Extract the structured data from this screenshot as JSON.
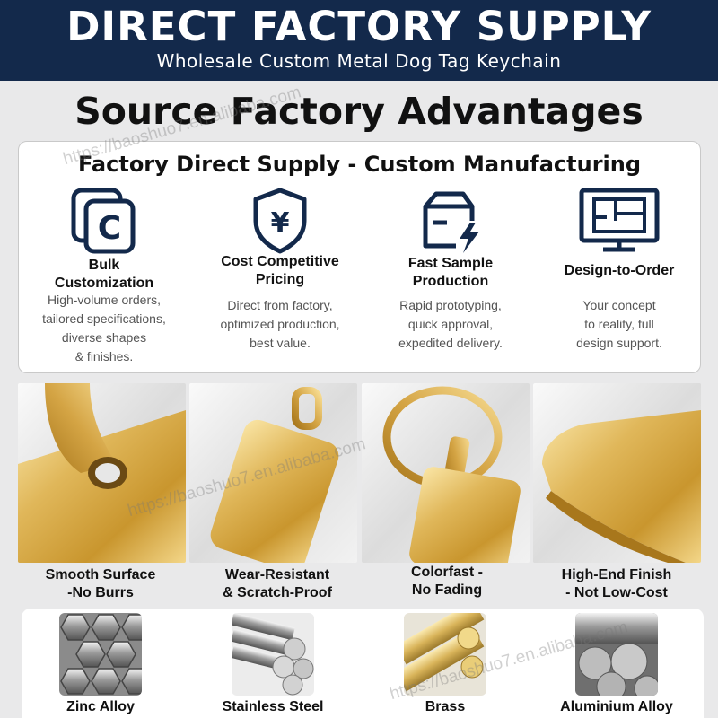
{
  "banner": {
    "title": "DIRECT FACTORY SUPPLY",
    "subtitle": "Wholesale Custom Metal Dog Tag Keychain",
    "bg_color": "#13294b"
  },
  "section_title": "Source Factory Advantages",
  "advantages": {
    "title": "Factory Direct Supply - Custom Manufacturing",
    "icon_color": "#13294b",
    "items": [
      {
        "icon": "copyright-custom-icon",
        "title": "Bulk\nCustomization",
        "desc": "High-volume orders,\ntailored specifications,\ndiverse shapes\n& finishes."
      },
      {
        "icon": "yen-shield-icon",
        "title": "Cost Competitive\nPricing",
        "desc": "Direct from factory,\noptimized production,\nbest value."
      },
      {
        "icon": "fast-box-icon",
        "title": "Fast Sample\nProduction",
        "desc": "Rapid prototyping,\nquick approval,\nexpedited delivery."
      },
      {
        "icon": "blueprint-monitor-icon",
        "title": "Design-to-Order",
        "desc": "Your concept\nto reality, full\ndesign support."
      }
    ]
  },
  "features": [
    {
      "caption": "Smooth Surface\n-No Burrs"
    },
    {
      "caption": "Wear-Resistant\n& Scratch-Proof"
    },
    {
      "caption": "Colorfast -\nNo Fading"
    },
    {
      "caption": "High-End Finish\n- Not Low-Cost"
    }
  ],
  "materials": [
    {
      "label": "Zinc Alloy"
    },
    {
      "label": "Stainless Steel"
    },
    {
      "label": "Brass"
    },
    {
      "label": "Aluminium Alloy"
    }
  ],
  "watermarks": [
    "https://baoshuo7.en.alibaba.com",
    "https://baoshuo7.en.alibaba.com",
    "https://baoshuo7.en.alibaba.com"
  ]
}
